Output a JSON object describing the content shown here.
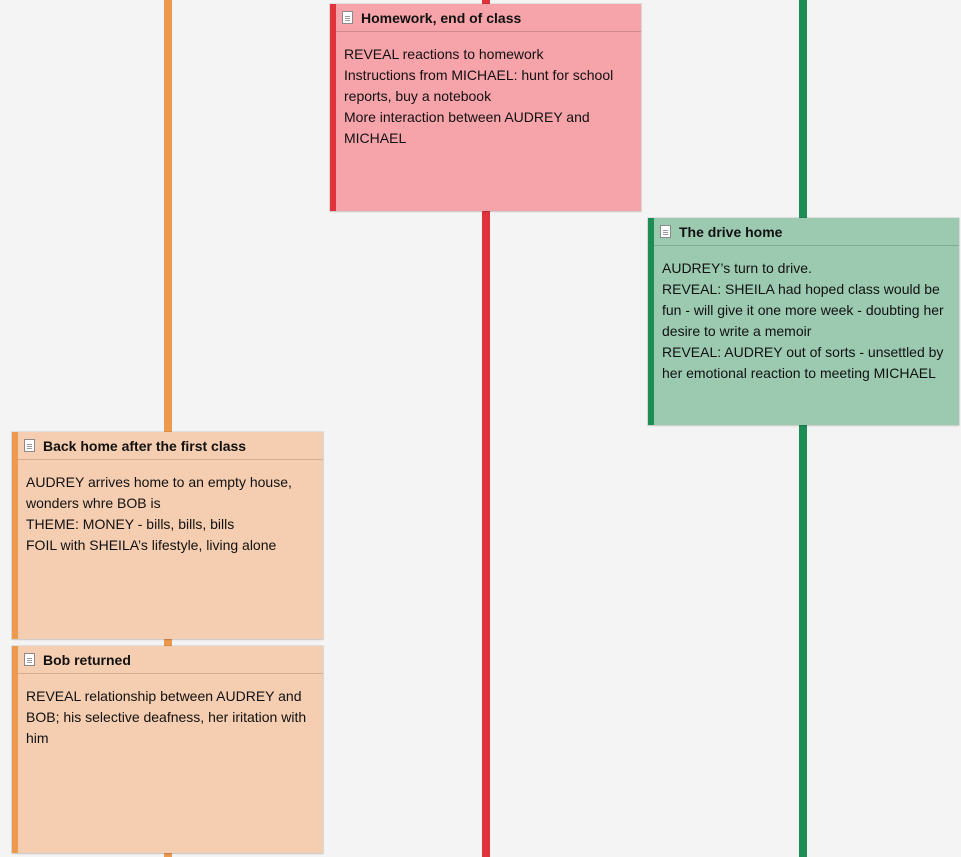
{
  "colors": {
    "background": "#f4f4f4",
    "orange_lane": "#ec9a4e",
    "red_lane": "#e0343c",
    "green_lane": "#1e8c55",
    "red_card": "#f6a3aa",
    "green_card": "#9ccab0",
    "orange_card": "#f5cdb0"
  },
  "cards": [
    {
      "title": "Homework, end of class",
      "icon": "document-icon",
      "lines": [
        "REVEAL reactions to homework",
        "Instructions from MICHAEL: hunt for school reports, buy a notebook",
        "More interaction between AUDREY and MICHAEL"
      ]
    },
    {
      "title": "The drive home",
      "icon": "document-icon",
      "lines": [
        "AUDREY’s turn to drive.",
        "REVEAL: SHEILA had hoped class would be fun - will give it one more week - doubting her desire to write a memoir",
        "REVEAL: AUDREY out of sorts - unsettled by her emotional reaction to meeting MICHAEL"
      ]
    },
    {
      "title": "Back home after the first class",
      "icon": "document-icon",
      "lines": [
        "AUDREY arrives home to an empty house, wonders whre BOB is",
        "THEME: MONEY - bills, bills, bills",
        "FOIL with SHEILA’s lifestyle, living alone"
      ]
    },
    {
      "title": "Bob returned",
      "icon": "document-icon",
      "lines": [
        "REVEAL relationship between AUDREY and BOB; his selective deafness, her iritation with him"
      ]
    }
  ]
}
